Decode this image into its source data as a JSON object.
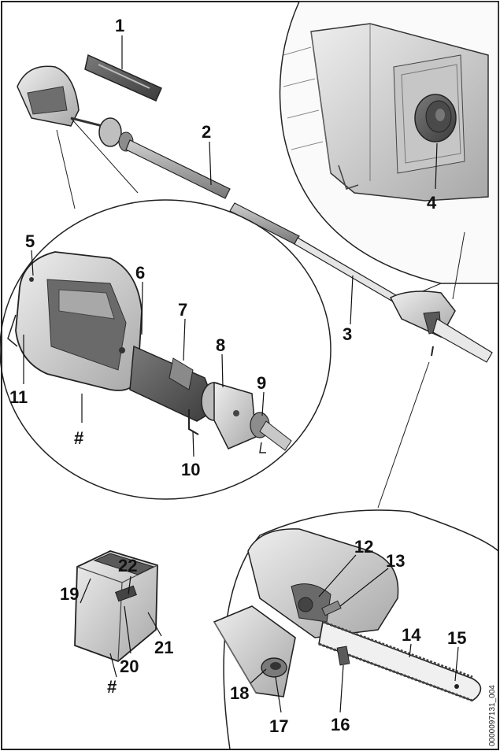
{
  "figure": {
    "document_id": "0000097131_004",
    "frame_color": "#222222",
    "part_fill_dark": "#5e5e5e",
    "part_fill_mid": "#9a9a9a",
    "part_fill_light": "#d4d4d4"
  },
  "callouts": {
    "c1": "1",
    "c2": "2",
    "c3": "3",
    "c4": "4",
    "c5": "5",
    "c6": "6",
    "c7": "7",
    "c8": "8",
    "c9": "9",
    "c10": "10",
    "c11": "11",
    "c12": "12",
    "c13": "13",
    "c14": "14",
    "c15": "15",
    "c16": "16",
    "c17": "17",
    "c18": "18",
    "c19": "19",
    "c20": "20",
    "c21": "21",
    "c22": "22",
    "hash_a": "#",
    "hash_b": "#"
  }
}
